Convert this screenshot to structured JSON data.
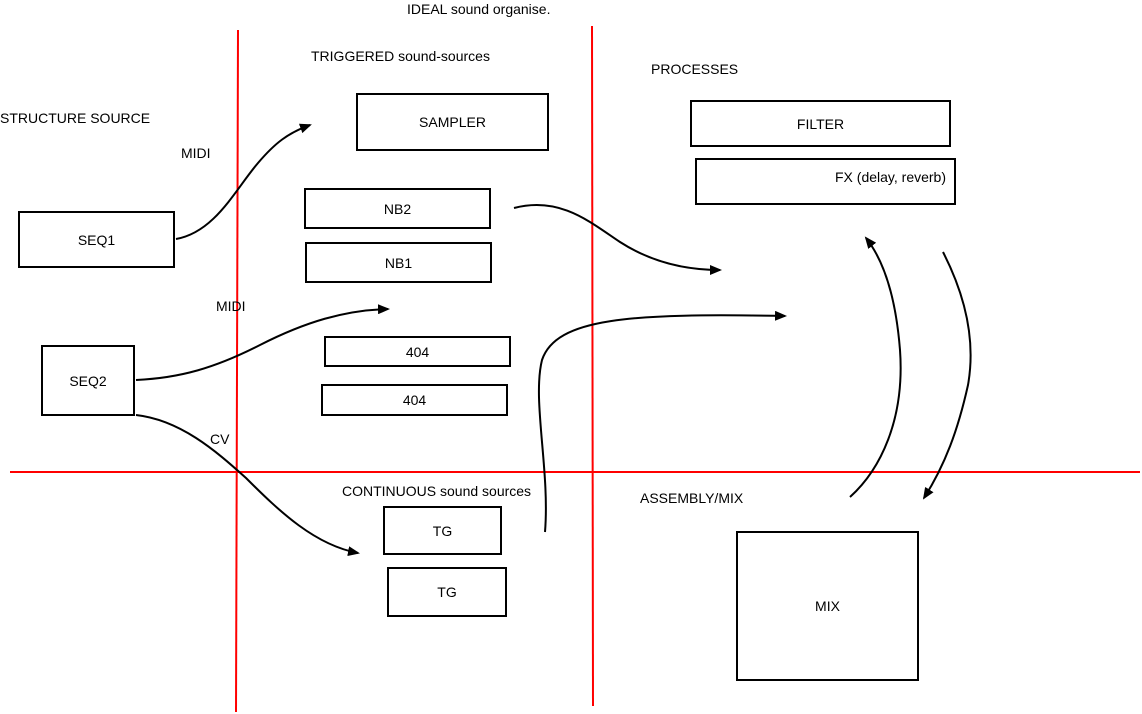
{
  "title": "IDEAL sound organise.",
  "sections": {
    "structure_source": "STRUCTURE SOURCE",
    "triggered": "TRIGGERED sound-sources",
    "processes": "PROCESSES",
    "continuous": "CONTINUOUS sound sources",
    "assembly": "ASSEMBLY/MIX"
  },
  "connection_labels": {
    "midi_1": "MIDI",
    "midi_2": "MIDI",
    "cv": "CV"
  },
  "nodes": {
    "seq1": "SEQ1",
    "seq2": "SEQ2",
    "sampler": "SAMPLER",
    "nb2": "NB2",
    "nb1": "NB1",
    "unit_404_a": "404",
    "unit_404_b": "404",
    "tg_a": "TG",
    "tg_b": "TG",
    "filter": "FILTER",
    "fx": "FX (delay, reverb)",
    "mix": "MIX"
  },
  "colors": {
    "divider": "#ff0000",
    "stroke": "#000000"
  }
}
